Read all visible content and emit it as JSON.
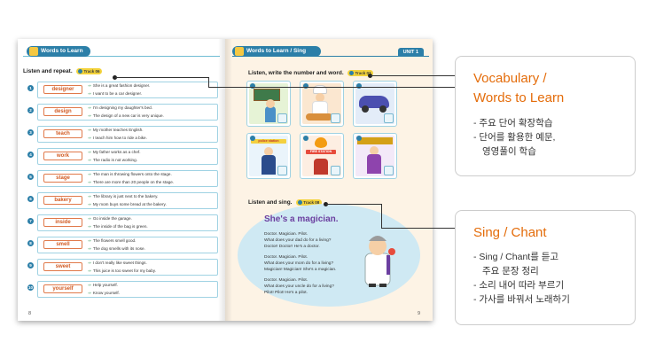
{
  "left_page": {
    "header": "Words to Learn",
    "instruction": "Listen and repeat.",
    "track": "Track 06",
    "page_number": "8",
    "rows": [
      {
        "n": "1",
        "word": "designer",
        "s1": "She is a great fashion designer.",
        "s2": "I want to be a car designer."
      },
      {
        "n": "2",
        "word": "design",
        "s1": "I'm designing my daughter's bed.",
        "s2": "The design of a new car is very unique."
      },
      {
        "n": "3",
        "word": "teach",
        "s1": "My mother teaches English.",
        "s2": "I teach him how to ride a bike."
      },
      {
        "n": "4",
        "word": "work",
        "s1": "My father works as a chef.",
        "s2": "The radio is not working."
      },
      {
        "n": "5",
        "word": "stage",
        "s1": "The man is throwing flowers onto the stage.",
        "s2": "There are more than 20 people on the stage."
      },
      {
        "n": "6",
        "word": "bakery",
        "s1": "The library is just next to the bakery.",
        "s2": "My mom buys some bread at the bakery."
      },
      {
        "n": "7",
        "word": "inside",
        "s1": "Go inside the garage.",
        "s2": "The inside of the bag is green."
      },
      {
        "n": "8",
        "word": "smell",
        "s1": "The flowers smell good.",
        "s2": "The dog smells with its nose."
      },
      {
        "n": "9",
        "word": "sweet",
        "s1": "I don't really like sweet things.",
        "s2": "This juice is too sweet for my baby."
      },
      {
        "n": "10",
        "word": "yourself",
        "s1": "Help yourself.",
        "s2": "Know yourself."
      }
    ]
  },
  "right_page": {
    "header": "Words to Learn / Sing",
    "unit_tab": "UNIT 1",
    "section1": "Listen, write the number and word.",
    "track1": "Track 07",
    "signs": {
      "police": "police station",
      "fire": "FIRE STATION"
    },
    "section2": "Listen and sing.",
    "track2": "Track 08",
    "song_title": "She's a magician.",
    "lyrics": [
      "Doctor. Magician. Pilot.",
      "What does your dad do for a living?",
      "Doctor! Doctor! He's a doctor.",
      "Doctor. Magician. Pilot.",
      "What does your mom do for a living?",
      "Magician! Magician! She's a magician.",
      "Doctor. Magician. Pilot.",
      "What does your uncle do for a living?",
      "Pilot! Pilot! He's a pilot."
    ],
    "page_number": "9"
  },
  "callouts": [
    {
      "title_lines": [
        "Vocabulary /",
        "Words to Learn"
      ],
      "items": [
        "- 주요 단어 확장학습",
        "- 단어를 활용한 예문,",
        "영영풀이 학습"
      ]
    },
    {
      "title_lines": [
        "Sing / Chant"
      ],
      "items": [
        "- Sing / Chant를 듣고",
        "주요 문장 정리",
        "- 소리 내어 따라 부르기",
        "- 가사를 바꿔서 노래하기"
      ]
    }
  ],
  "colors": {
    "accent_orange": "#e46c0a",
    "header_blue": "#2c7fa8",
    "song_purple": "#6b3fa0"
  }
}
